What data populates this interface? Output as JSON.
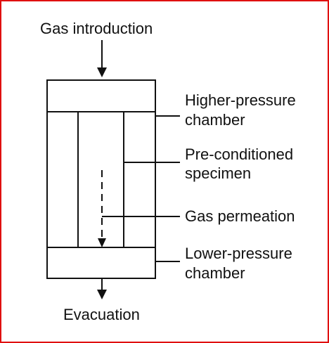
{
  "colors": {
    "border": "#e01010",
    "stroke": "#111111",
    "background": "#ffffff"
  },
  "labels": {
    "inlet": "Gas introduction",
    "outlet": "Evacuation",
    "higher_chamber_line1": "Higher-pressure",
    "higher_chamber_line2": "chamber",
    "specimen_line1": "Pre-conditioned",
    "specimen_line2": "specimen",
    "permeation": "Gas permeation",
    "lower_chamber_line1": "Lower-pressure",
    "lower_chamber_line2": "chamber"
  }
}
